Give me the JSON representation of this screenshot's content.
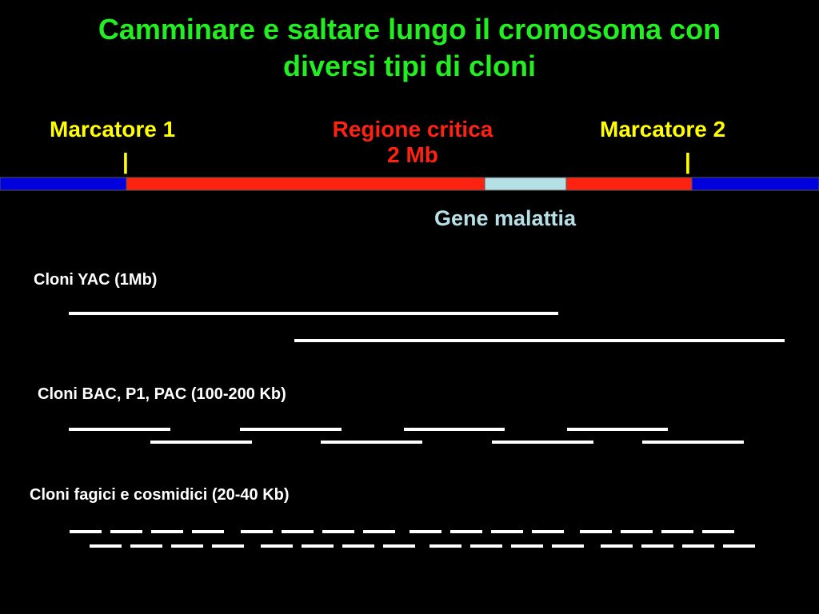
{
  "title": {
    "line1": "Camminare e saltare lungo il cromosoma con",
    "line2": "diversi tipi di cloni",
    "color": "#22ee22"
  },
  "markers": {
    "m1": "Marcatore 1",
    "m2": "Marcatore 2",
    "tick": "|",
    "color": "#ffff00"
  },
  "region": {
    "line1": "Regione critica",
    "line2": "2 Mb",
    "color": "#ff2211"
  },
  "gene": {
    "label": "Gene malattia",
    "color": "#b7e0e6"
  },
  "clones": {
    "yac": "Cloni YAC (1Mb)",
    "bac": "Cloni BAC, P1, PAC (100-200 Kb)",
    "cos": "Cloni fagici e cosmidici (20-40 Kb)"
  },
  "colors": {
    "chromosome_flank": "#0000dd",
    "critical": "#ff2211",
    "gene": "#b7e0e6",
    "clone": "#ffffff"
  }
}
